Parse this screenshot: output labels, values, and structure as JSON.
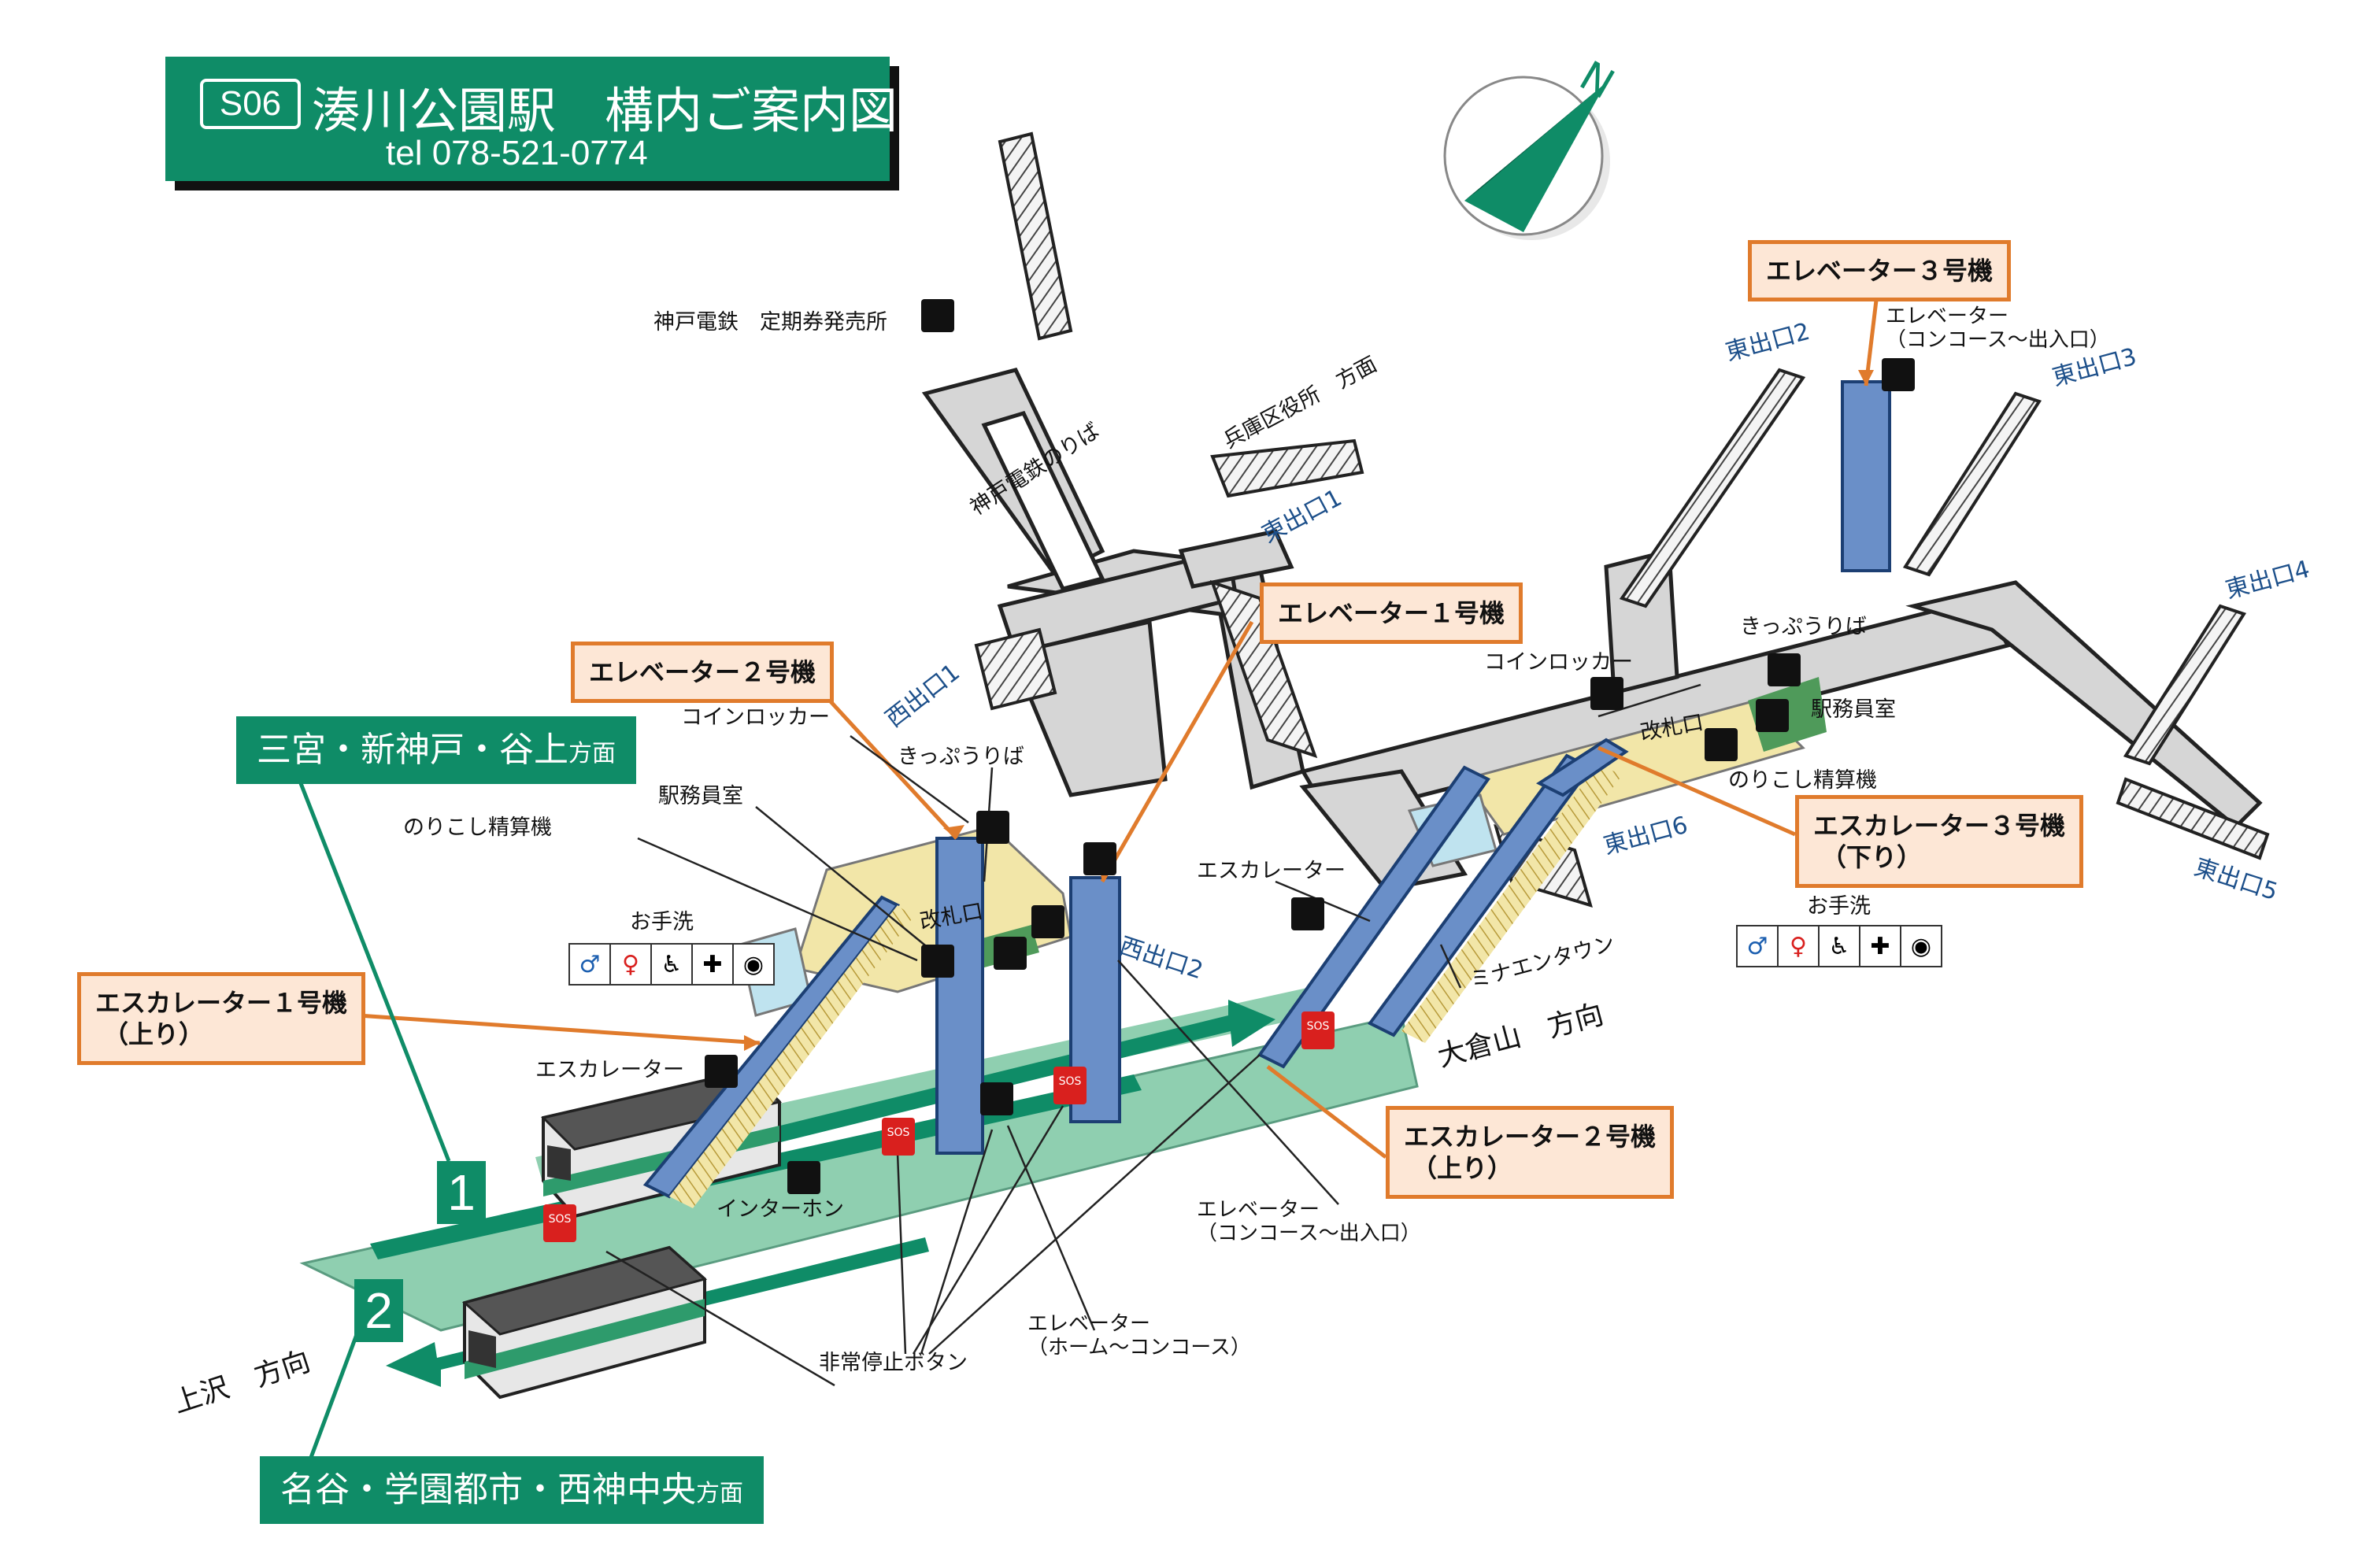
{
  "station": {
    "code": "S06",
    "title": "湊川公園駅　構内ご案内図",
    "tel": "tel 078-521-0774"
  },
  "compass": {
    "label": "N"
  },
  "directions": {
    "sannomiya": {
      "main": "三宮・新神戸・谷上",
      "suffix": "方面"
    },
    "myodani": {
      "main": "名谷・学園都市・西神中央",
      "suffix": "方面"
    },
    "kamisawa": "上沢　方向",
    "okurayama": "大倉山　方向",
    "hyogo_ward": "兵庫区役所　方面"
  },
  "tracks": {
    "track1": "1",
    "track2": "2"
  },
  "callouts": {
    "elevator1": "エレベーター１号機",
    "elevator2": "エレベーター２号機",
    "elevator3": "エレベーター３号機",
    "escalator1": {
      "main": "エスカレーター１号機",
      "sub": "（上り）"
    },
    "escalator2": {
      "main": "エスカレーター２号機",
      "sub": "（上り）"
    },
    "escalator3": {
      "main": "エスカレーター３号機",
      "sub": "（下り）"
    }
  },
  "exits": {
    "west1": "西出口1",
    "west2": "西出口2",
    "east1": "東出口1",
    "east2": "東出口2",
    "east3": "東出口3",
    "east4": "東出口4",
    "east5": "東出口5",
    "east6": "東出口6"
  },
  "labels": {
    "kobe_dentetsu_office": "神戸電鉄　定期券発売所",
    "kobe_dentetsu_platform": "神戸電鉄のりば",
    "coin_locker_w": "コインロッカー",
    "ticket_w": "きっぷうりば",
    "station_office_w": "駅務員室",
    "fare_adjust_w": "のりこし精算機",
    "toilet_w": "お手洗",
    "gate_w": "改札口",
    "escalator_w": "エスカレーター",
    "escalator_c": "エスカレーター",
    "intercom": "インターホン",
    "emergency_stop": "非常停止ボタン",
    "elevator_home": "エレベーター",
    "elevator_home_sub": "（ホーム～コンコース）",
    "elevator_conc": "エレベーター",
    "elevator_conc_sub": "（コンコース～出入口）",
    "elevator_e3": "エレベーター",
    "elevator_e3_sub": "（コンコース～出入口）",
    "coin_locker_e": "コインロッカー",
    "ticket_e": "きっぷうりば",
    "station_office_e": "駅務員室",
    "fare_adjust_e": "のりこし精算機",
    "gate_e": "改札口",
    "toilet_e": "お手洗",
    "minae_town": "ミナエンタウン",
    "sos": "SOS"
  },
  "amenities": [
    "toilet-men",
    "toilet-women",
    "wheelchair",
    "ostomate",
    "baby"
  ],
  "colors": {
    "brand_green": "#0f8c67",
    "callout_orange": "#e07b2c",
    "callout_fill": "#fde7d6",
    "platform_green": "#8fcfb0",
    "concourse_yellow": "#f2e6a8",
    "passage_gray": "#d6d6d6",
    "elevator_blue": "#6a8fc8",
    "exit_blue": "#1c4f8a",
    "sos_red": "#d9201e"
  }
}
